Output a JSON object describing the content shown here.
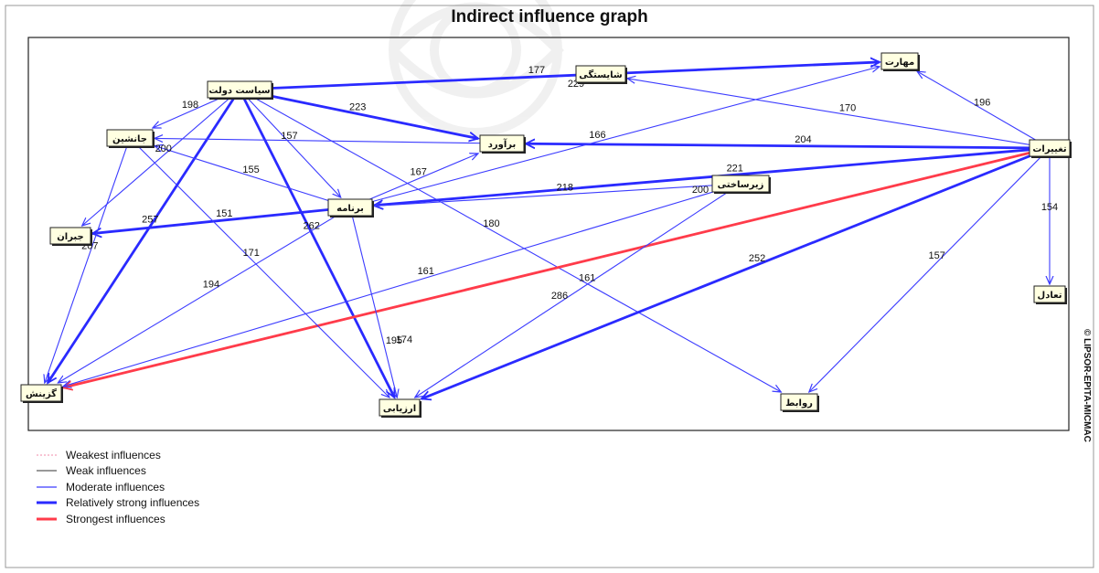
{
  "title": "Indirect influence graph",
  "copyright": "© LIPSOR-EPITA-MICMAC",
  "colors": {
    "weakest": "#f28aa8",
    "weak": "#333333",
    "moderate": "#3c3cff",
    "relatively_strong": "#2a2aff",
    "strongest": "#ff3b4a",
    "node_fill": "#ffffe1"
  },
  "legend": [
    {
      "label": "Weakest influences",
      "style": "weakest"
    },
    {
      "label": "Weak influences",
      "style": "weak"
    },
    {
      "label": "Moderate influences",
      "style": "moderate"
    },
    {
      "label": "Relatively strong influences",
      "style": "relatively_strong"
    },
    {
      "label": "Strongest influences",
      "style": "strongest"
    }
  ],
  "nodes": [
    {
      "id": "siasat",
      "label": "سیاست دولت"
    },
    {
      "id": "shayestegi",
      "label": "شایستگی"
    },
    {
      "id": "maharat",
      "label": "مهارت"
    },
    {
      "id": "janeshin",
      "label": "جانشین"
    },
    {
      "id": "baravord",
      "label": "برآورد"
    },
    {
      "id": "taghirat",
      "label": "تغییرات"
    },
    {
      "id": "zirsakht",
      "label": "زیرساختی"
    },
    {
      "id": "barname",
      "label": "برنامه"
    },
    {
      "id": "jobran",
      "label": "جبران"
    },
    {
      "id": "taadol",
      "label": "تعادل"
    },
    {
      "id": "gozinesh",
      "label": "گزینش"
    },
    {
      "id": "arzyabi",
      "label": "ارزیابی"
    },
    {
      "id": "ravabet",
      "label": "روابط"
    }
  ],
  "edges": [
    {
      "from": "siasat",
      "to": "maharat",
      "label": "177",
      "style": "relatively_strong"
    },
    {
      "from": "siasat",
      "to": "baravord",
      "label": "223",
      "style": "relatively_strong"
    },
    {
      "from": "siasat",
      "to": "janeshin",
      "label": "198",
      "style": "moderate"
    },
    {
      "from": "siasat",
      "to": "jobran",
      "label": "200",
      "style": "moderate"
    },
    {
      "from": "siasat",
      "to": "barname",
      "label": "157",
      "style": "moderate"
    },
    {
      "from": "siasat",
      "to": "ravabet",
      "label": "180",
      "style": "moderate"
    },
    {
      "from": "siasat",
      "to": "gozinesh",
      "label": "257",
      "style": "relatively_strong"
    },
    {
      "from": "siasat",
      "to": "arzyabi",
      "label": "262",
      "style": "relatively_strong"
    },
    {
      "from": "baravord",
      "to": "janeshin",
      "label": "",
      "style": "moderate"
    },
    {
      "from": "taghirat",
      "to": "shayestegi",
      "label": "170",
      "style": "moderate"
    },
    {
      "from": "taghirat",
      "to": "maharat",
      "label": "196",
      "style": "moderate"
    },
    {
      "from": "taghirat",
      "to": "baravord",
      "label": "204",
      "style": "relatively_strong"
    },
    {
      "from": "taghirat",
      "to": "barname",
      "label": "221",
      "style": "relatively_strong"
    },
    {
      "from": "taghirat",
      "to": "taadol",
      "label": "154",
      "style": "moderate"
    },
    {
      "from": "taghirat",
      "to": "ravabet",
      "label": "157",
      "style": "moderate"
    },
    {
      "from": "taghirat",
      "to": "arzyabi",
      "label": "252",
      "style": "relatively_strong"
    },
    {
      "from": "taghirat",
      "to": "gozinesh",
      "label": "",
      "style": "strongest"
    },
    {
      "from": "barname",
      "to": "maharat",
      "label": "166",
      "style": "moderate"
    },
    {
      "from": "barname",
      "to": "baravord",
      "label": "167",
      "style": "moderate"
    },
    {
      "from": "barname",
      "to": "janeshin",
      "label": "155",
      "style": "moderate"
    },
    {
      "from": "barname",
      "to": "jobran",
      "label": "151",
      "style": "relatively_strong"
    },
    {
      "from": "barname",
      "to": "gozinesh",
      "label": "194",
      "style": "moderate"
    },
    {
      "from": "barname",
      "to": "arzyabi",
      "label": "",
      "style": "moderate"
    },
    {
      "from": "zirsakht",
      "to": "barname",
      "label": "218",
      "style": "moderate"
    },
    {
      "from": "zirsakht",
      "to": "gozinesh",
      "label": "161",
      "style": "moderate"
    },
    {
      "from": "zirsakht",
      "to": "arzyabi",
      "label": "161",
      "style": "moderate"
    },
    {
      "from": "janeshin",
      "to": "gozinesh",
      "label": "207",
      "style": "moderate"
    },
    {
      "from": "janeshin",
      "to": "arzyabi",
      "label": "171",
      "style": "moderate"
    }
  ],
  "floating_labels": [
    "229",
    "200",
    "286",
    "195",
    "174"
  ]
}
